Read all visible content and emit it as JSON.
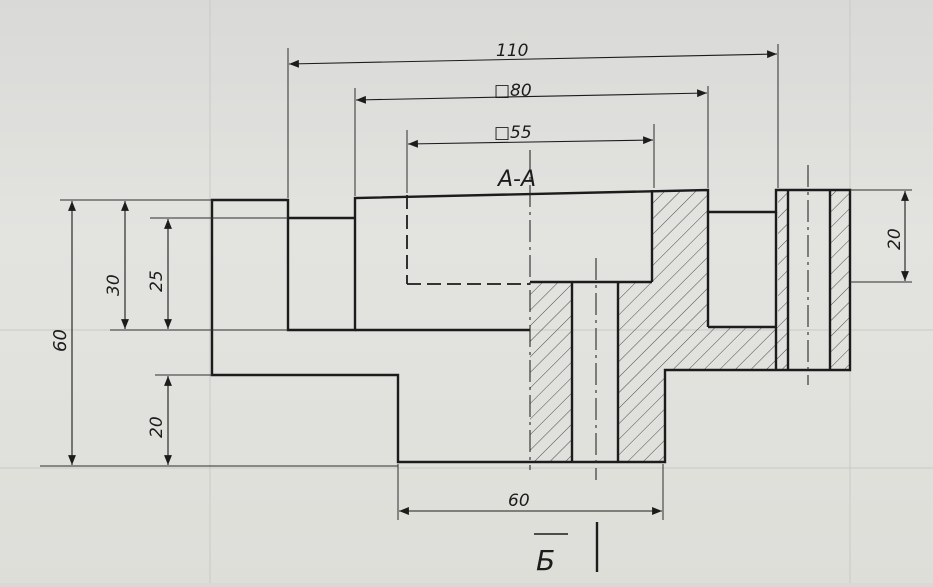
{
  "drawing": {
    "section_label": "A-A",
    "view_label": "Б",
    "colors": {
      "paper": "#e0e0dd",
      "ink": "#1c1c1c",
      "thin_ink": "#3a3a3a",
      "grid": "#c8c8c4"
    },
    "dimensions": {
      "overall_width": "110",
      "square_outer": "□80",
      "square_inner": "□55",
      "total_height": "60",
      "step_height": "30",
      "pocket_depth": "25",
      "base_height": "20",
      "right_height": "20",
      "base_width": "60"
    }
  }
}
